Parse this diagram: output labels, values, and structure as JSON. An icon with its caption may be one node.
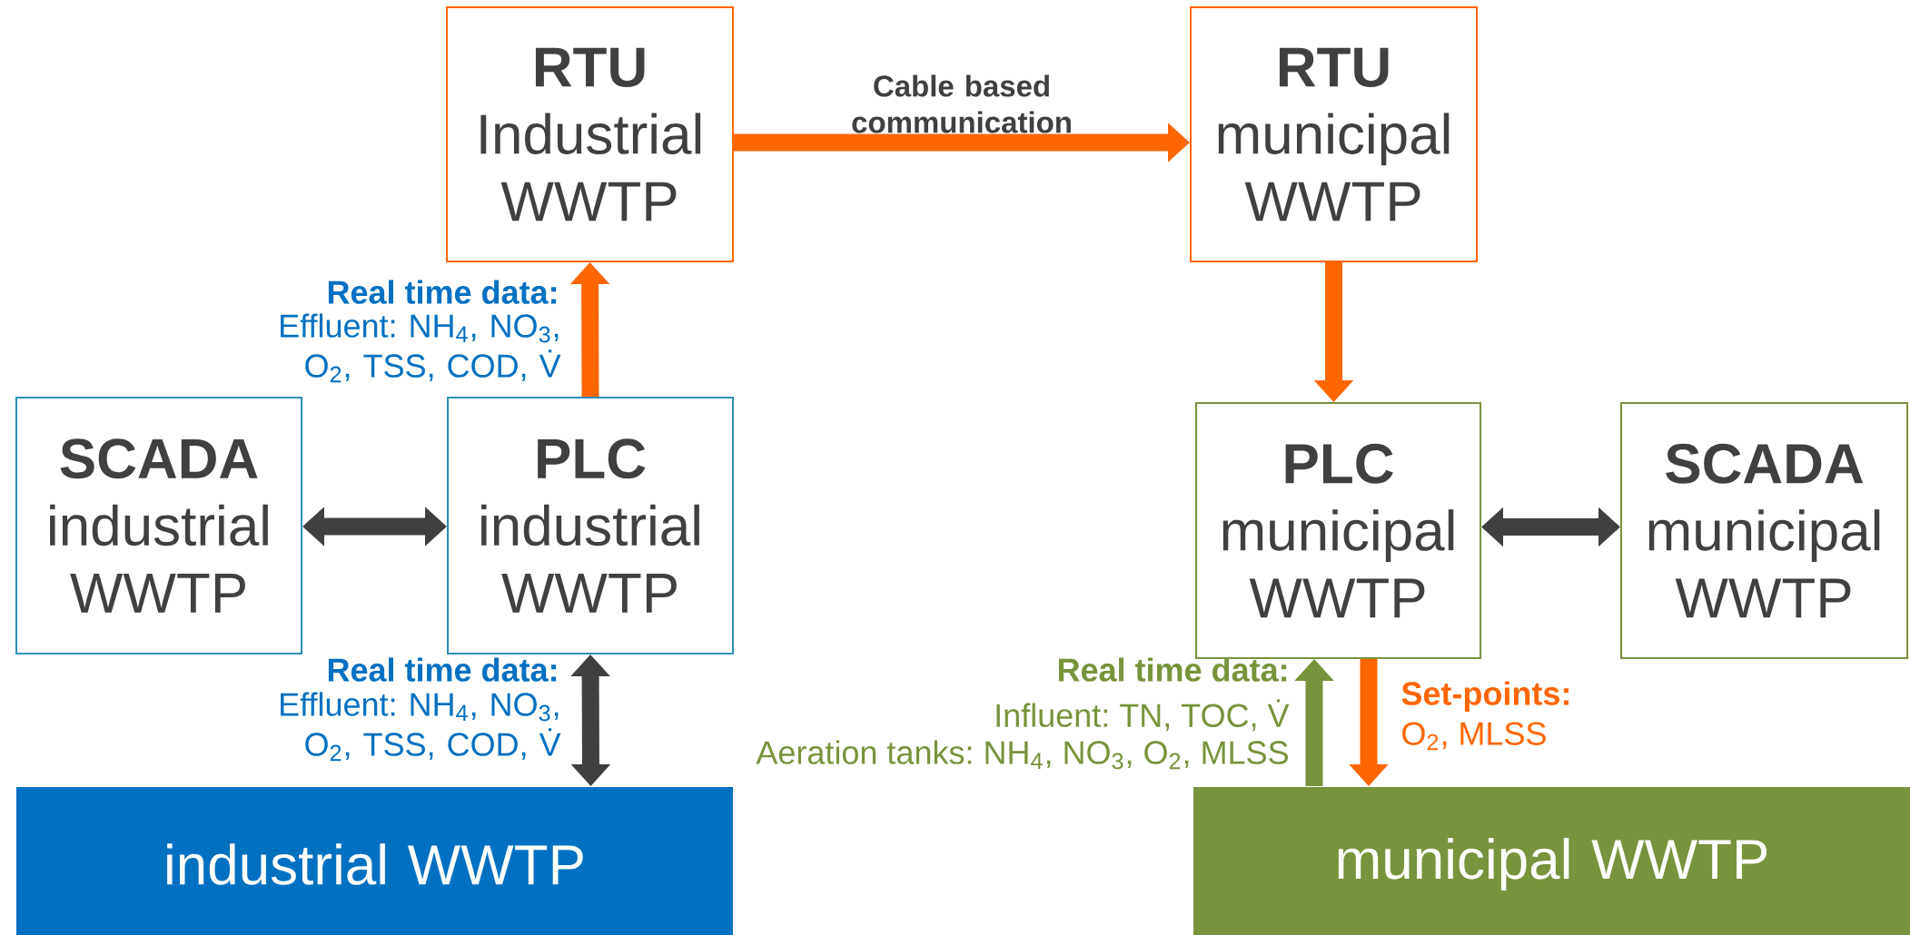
{
  "diagram": {
    "nodes": [
      {
        "text": [
          "RTU",
          "Industrial WWTP"
        ]
      },
      {
        "text": [
          "RTU",
          "municipal WWTP"
        ]
      },
      {
        "text": [
          "SCADA",
          "industrial WWTP"
        ]
      },
      {
        "text": [
          "PLC",
          "industrial WWTP"
        ]
      },
      {
        "text": [
          "PLC",
          "municipal WWTP"
        ]
      },
      {
        "text": [
          "SCADA",
          "municipal WWTP"
        ]
      },
      {
        "text": [
          "industrial WWTP"
        ]
      },
      {
        "text": [
          "municipal WWTP"
        ]
      }
    ],
    "edges": [
      {
        "from": 0,
        "to": 1,
        "arrow": "to",
        "label": "Cable based communication"
      },
      {
        "from": 3,
        "to": 0,
        "arrow": "to"
      },
      {
        "from": 1,
        "to": 4,
        "arrow": "to"
      },
      {
        "from": 2,
        "to": 3,
        "arrow": "both",
        "color": "#404040"
      },
      {
        "from": 3,
        "to": 6,
        "arrow": "both",
        "color": "#404040"
      },
      {
        "from": 7,
        "to": 4,
        "arrow": "to",
        "color": "#77933c"
      },
      {
        "from": 4,
        "to": 7,
        "arrow": "to"
      },
      {
        "from": 4,
        "to": 5,
        "arrow": "both",
        "color": "#404040"
      }
    ],
    "labels": [
      "Real time data:",
      "Effluent: NH$_{4}$, NO$_{3}$, O$_{2}$, TSS, COD, V̇",
      "Real time data:",
      "Effluent: NH$_{4}$, NO$_{3}$, O$_{2}$, TSS, COD, V̇",
      "Real time data:",
      "Influent: TN, TOC, V̇",
      "Aeration tanks: NH$_{4}$, NO$_{3}$, O$_{2}$, MLSS",
      "Set-points:",
      "O$_{2}$, MLSS"
    ]
  }
}
